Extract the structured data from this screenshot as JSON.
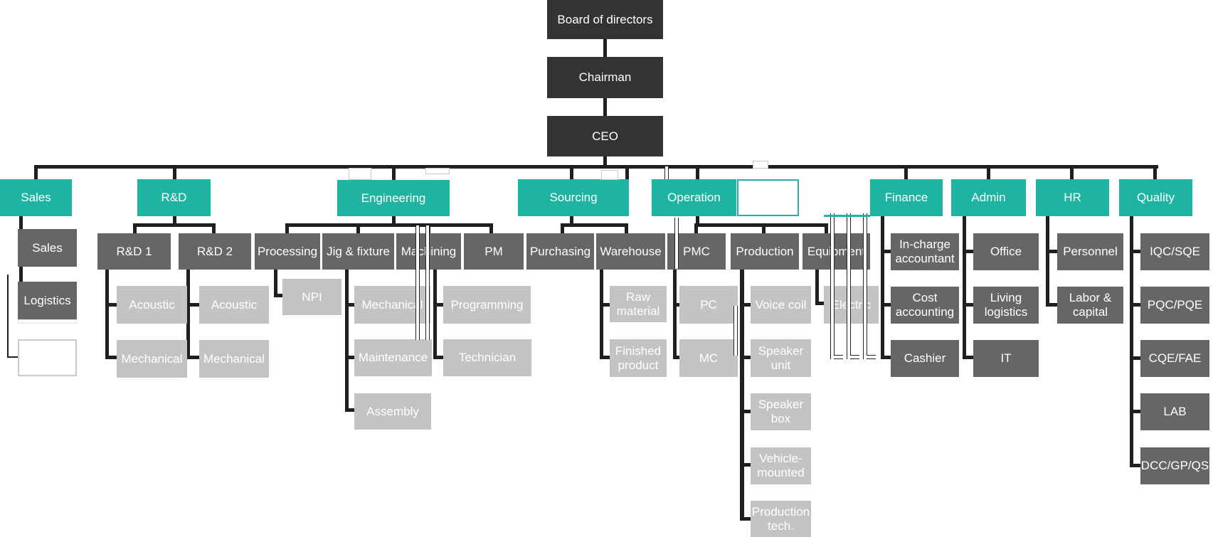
{
  "colors": {
    "top_level": "#333333",
    "department_teal": "#1FB4A1",
    "sub_department_gray": "#666666",
    "team_light_gray": "#C3C3C3",
    "connector_black": "#1F1F1F"
  },
  "nodes": {
    "board": "Board of directors",
    "chairman": "Chairman",
    "ceo": "CEO",
    "sales": "Sales",
    "rnd": "R&D",
    "engineering": "Engineering",
    "sourcing": "Sourcing",
    "operation": "Operation",
    "finance": "Finance",
    "admin": "Admin",
    "hr": "HR",
    "quality": "Quality",
    "sales_sales": "Sales",
    "sales_logistics": "Logistics",
    "rnd1": "R&D 1",
    "rnd2": "R&D 2",
    "rnd1_acoustic": "Acoustic",
    "rnd1_mechanical": "Mechanical",
    "rnd2_acoustic": "Acoustic",
    "rnd2_mechanical": "Mechanical",
    "processing": "Processing",
    "jig_fixture": "Jig & fixture",
    "machining": "Machining",
    "pm": "PM",
    "npi": "NPI",
    "jig_mechanical": "Mechanical",
    "jig_maintenance": "Maintenance",
    "jig_assembly": "Assembly",
    "mach_programming": "Programming",
    "mach_technician": "Technician",
    "purchasing": "Purchasing",
    "warehouse": "Warehouse",
    "wh_raw_material": "Raw material",
    "wh_finished_product": "Finished product",
    "pmc": "PMC",
    "production": "Production",
    "equipment": "Equipment",
    "pmc_pc": "PC",
    "pmc_mc": "MC",
    "prod_voice_coil": "Voice coil",
    "prod_speaker_unit": "Speaker unit",
    "prod_speaker_box": "Speaker box",
    "prod_vehicle_mounted": "Vehicle-mounted",
    "prod_production_tech": "Production tech.",
    "eq_electric": "Electric",
    "fin_in_charge": "In-charge accountant",
    "fin_cost_accounting": "Cost accounting",
    "fin_cashier": "Cashier",
    "adm_office": "Office",
    "adm_living_logistics": "Living logistics",
    "adm_it": "IT",
    "hr_personnel": "Personnel",
    "hr_labor_capital": "Labor & capital",
    "q_iqc_sqe": "IQC/SQE",
    "q_pqc_pqe": "PQC/PQE",
    "q_cqe_fae": "CQE/FAE",
    "q_lab": "LAB",
    "q_dcc_gp_qs": "DCC/GP/QS"
  },
  "hierarchy": {
    "board": [
      "chairman"
    ],
    "chairman": [
      "ceo"
    ],
    "ceo": [
      "sales",
      "rnd",
      "engineering",
      "sourcing",
      "operation",
      "finance",
      "admin",
      "hr",
      "quality"
    ],
    "sales": [
      "sales_sales",
      "sales_logistics"
    ],
    "rnd": [
      "rnd1",
      "rnd2"
    ],
    "rnd1": [
      "rnd1_acoustic",
      "rnd1_mechanical"
    ],
    "rnd2": [
      "rnd2_acoustic",
      "rnd2_mechanical"
    ],
    "engineering": [
      "processing",
      "jig_fixture",
      "machining",
      "pm"
    ],
    "processing": [
      "npi"
    ],
    "jig_fixture": [
      "jig_mechanical",
      "jig_maintenance",
      "jig_assembly"
    ],
    "machining": [
      "mach_programming",
      "mach_technician"
    ],
    "sourcing": [
      "purchasing",
      "warehouse"
    ],
    "warehouse": [
      "wh_raw_material",
      "wh_finished_product"
    ],
    "operation": [
      "pmc",
      "production",
      "equipment"
    ],
    "pmc": [
      "pmc_pc",
      "pmc_mc"
    ],
    "production": [
      "prod_voice_coil",
      "prod_speaker_unit",
      "prod_speaker_box",
      "prod_vehicle_mounted",
      "prod_production_tech"
    ],
    "equipment": [
      "eq_electric"
    ],
    "finance": [
      "fin_in_charge",
      "fin_cost_accounting",
      "fin_cashier"
    ],
    "admin": [
      "adm_office",
      "adm_living_logistics",
      "adm_it"
    ],
    "hr": [
      "hr_personnel",
      "hr_labor_capital"
    ],
    "quality": [
      "q_iqc_sqe",
      "q_pqc_pqe",
      "q_cqe_fae",
      "q_lab",
      "q_dcc_gp_qs"
    ]
  }
}
